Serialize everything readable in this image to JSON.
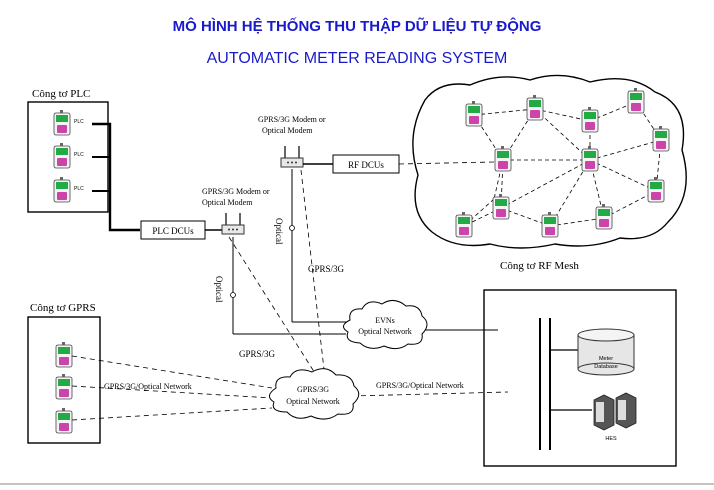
{
  "title_vn": "MÔ HÌNH HỆ THỐNG THU THẬP DỮ LIỆU TỰ ĐỘNG",
  "title_en": "AUTOMATIC METER READING SYSTEM",
  "plc_group": {
    "label": "Công tơ PLC",
    "meter_tag": "PLC"
  },
  "gprs_group": {
    "label": "Công tơ GPRS"
  },
  "rf_group": {
    "label": "Công tơ RF Mesh"
  },
  "plc_dcu": "PLC DCUs",
  "rf_dcu": "RF DCUs",
  "modem_label_line1": "GPRS/3G Modem or",
  "modem_label_line2": "Optical Modem",
  "link_labels": {
    "optical": "Optical",
    "gprs3g": "GPRS/3G",
    "gprs_optical_network": "GPRS/3G/Optical Network"
  },
  "cloud_evn": {
    "line1": "EVNs",
    "line2": "Optical Network"
  },
  "cloud_gprs": {
    "line1": "GPRS/3G",
    "line2": "Optical Network"
  },
  "server": {
    "db_line1": "Meter",
    "db_line2": "Database",
    "hes": "HES"
  },
  "colors": {
    "title": "#1a1acc",
    "meter_screen": "#22aa44",
    "meter_body": "#cc44aa"
  }
}
